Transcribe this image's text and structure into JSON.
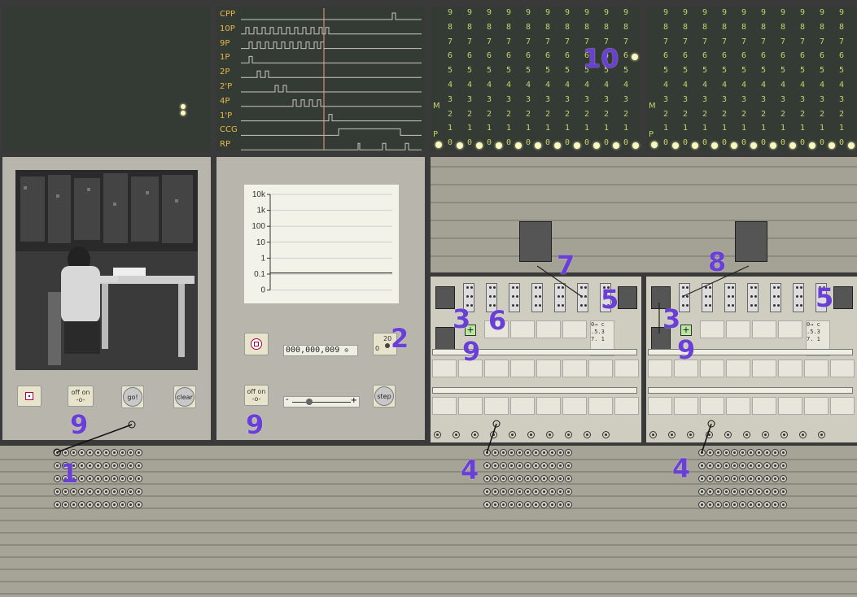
{
  "trace": {
    "labels": [
      "CPP",
      "10P",
      "9P",
      "1P",
      "2P",
      "2'P",
      "4P",
      "1'P",
      "CCG",
      "RP"
    ]
  },
  "accumulators": {
    "digit_rows": [
      "9",
      "8",
      "7",
      "6",
      "5",
      "4",
      "3",
      "2",
      "1",
      "0"
    ],
    "side_label_m": "M",
    "side_label_p": "P"
  },
  "log_chart": {
    "tick_labels": [
      "10k",
      "1k",
      "100",
      "10",
      "1",
      "0.1",
      "0"
    ]
  },
  "controls": {
    "cycle_switch": "off on",
    "go_label": "go!",
    "clear_label": "clear",
    "add_counter": "000,000,009",
    "step_switch": "off on",
    "step_label": "step",
    "speed_top": "20",
    "speed_bottom": "0",
    "slider_minus": "-",
    "slider_plus": "+",
    "slider_level": 0.25
  },
  "callouts": {
    "c1": "1",
    "c2": "2",
    "c3a": "3",
    "c3b": "3",
    "c4a": "4",
    "c4b": "4",
    "c5a": "5",
    "c5b": "5",
    "c6": "6",
    "c7": "7",
    "c8": "8",
    "c9a": "9",
    "c9b": "9",
    "c9c": "9",
    "c9d": "9",
    "c10": "10"
  },
  "program_switch_text": {
    "rep": "0→ c\n.5.3\n7. 1"
  },
  "colors": {
    "panel_gray": "#b8b6ac",
    "panel_dark": "#343a34",
    "trace_label": "#e8b84a",
    "acc_digit": "#c6d26c",
    "callout": "#6a3fd6",
    "cursor_line": "#f0a080"
  }
}
